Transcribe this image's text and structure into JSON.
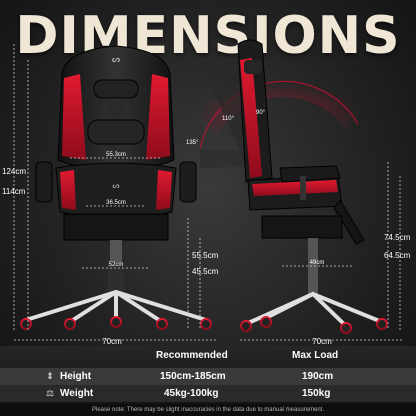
{
  "headline": "DIMENSIONS",
  "front_dims": {
    "total_height": "124cm",
    "seat_to_top": "114cm",
    "backrest_width": "55.3cm",
    "seat_width": "36.5cm",
    "seat_height_max": "55.5cm",
    "seat_height_min": "45.5cm",
    "seat_depth": "52cm",
    "base_width": "70cm"
  },
  "side_dims": {
    "angle_rear": "110°",
    "angle_upright": "90°",
    "angle_recline": "135°",
    "armrest_height_max": "74.5cm",
    "armrest_height_min": "64.5cm",
    "seat_depth_side": "49cm",
    "base_length": "70cm"
  },
  "specs": {
    "col_recommended": "Recommended",
    "col_maxload": "Max Load",
    "rows": [
      {
        "icon": "person-height-icon",
        "label": "Height",
        "recommended": "150cm-185cm",
        "max": "190cm"
      },
      {
        "icon": "person-weight-icon",
        "label": "Weight",
        "recommended": "45kg-100kg",
        "max": "150kg"
      }
    ]
  },
  "disclaimer": "Please note: There may be slight inaccuracies in the data due to manual measurement.",
  "colors": {
    "accent": "#c8102e",
    "chair_black": "#1e1e1e",
    "headline": "#efe6d6"
  }
}
